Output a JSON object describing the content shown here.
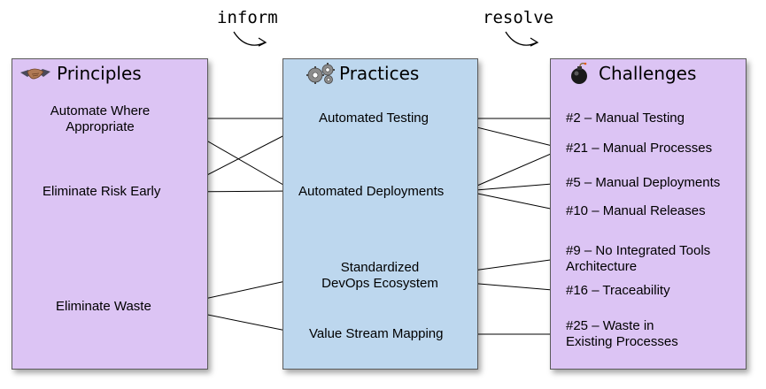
{
  "header": {
    "inform": "inform",
    "resolve": "resolve"
  },
  "principles": {
    "title": "Principles",
    "icon": "handshake-icon",
    "items": [
      "Automate Where",
      "Appropriate",
      "Eliminate Risk Early",
      "Eliminate Waste"
    ]
  },
  "practices": {
    "title": "Practices",
    "icon": "gears-icon",
    "items": [
      "Automated Testing",
      "Automated Deployments",
      "Standardized",
      "DevOps Ecosystem",
      "Value Stream Mapping"
    ]
  },
  "challenges": {
    "title": "Challenges",
    "icon": "bomb-icon",
    "items": [
      "#2 – Manual Testing",
      "#21 – Manual Processes",
      "#5 – Manual Deployments",
      "#10 – Manual Releases",
      "#9 – No Integrated Tools",
      "Architecture",
      "#16 – Traceability",
      "#25 – Waste in",
      "Existing Processes"
    ]
  },
  "colors": {
    "principles_bg": "#dcc4f4",
    "practices_bg": "#bdd7ee",
    "challenges_bg": "#dcc4f4",
    "line": "#000000"
  }
}
